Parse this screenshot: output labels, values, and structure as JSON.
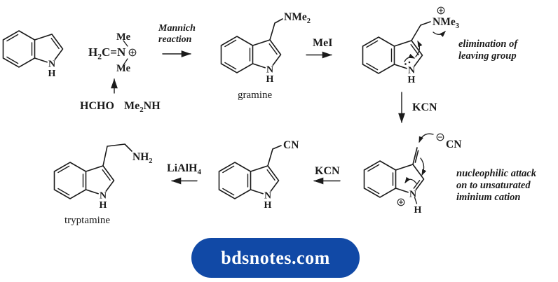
{
  "scheme": {
    "atoms": {
      "nitrogen": "N",
      "hydrogen": "H"
    },
    "reagents": {
      "mannich_line1": "Mannich",
      "mannich_line2": "reaction",
      "formaldehyde": "HCHO",
      "dimethylamine": [
        {
          "t": "Me"
        },
        {
          "sub": "2"
        },
        {
          "t": "NH"
        }
      ],
      "iminium_formula": [
        {
          "t": "H"
        },
        {
          "sub": "2"
        },
        {
          "t": "C=N"
        }
      ],
      "methyl": "Me",
      "mei": "MeI",
      "kcn_top": "KCN",
      "kcn_bottom": "KCN",
      "lialh4": [
        {
          "t": "LiAlH"
        },
        {
          "sub": "4"
        }
      ]
    },
    "substituents": {
      "nme2": [
        {
          "t": "NMe"
        },
        {
          "sub": "2"
        }
      ],
      "nme3": [
        {
          "t": "NMe"
        },
        {
          "sub": "3"
        }
      ],
      "cyanide": "CN",
      "nitrile": "CN",
      "amine": [
        {
          "t": "NH"
        },
        {
          "sub": "2"
        }
      ]
    },
    "names": {
      "gramine": "gramine",
      "tryptamine": "tryptamine"
    },
    "notes": {
      "elimination_line1": "elimination of",
      "elimination_line2": "leaving group",
      "nucleophilic_line1": "nucleophilic attack",
      "nucleophilic_line2": "on to unsaturated",
      "nucleophilic_line3": "iminium cation"
    }
  },
  "banner": {
    "text": "bdsnotes.com",
    "bg": "#1149a6",
    "fg": "#ffffff",
    "css": "background:#1149a6;color:#ffffff"
  },
  "colors": {
    "structure": "#1b1b1b"
  }
}
